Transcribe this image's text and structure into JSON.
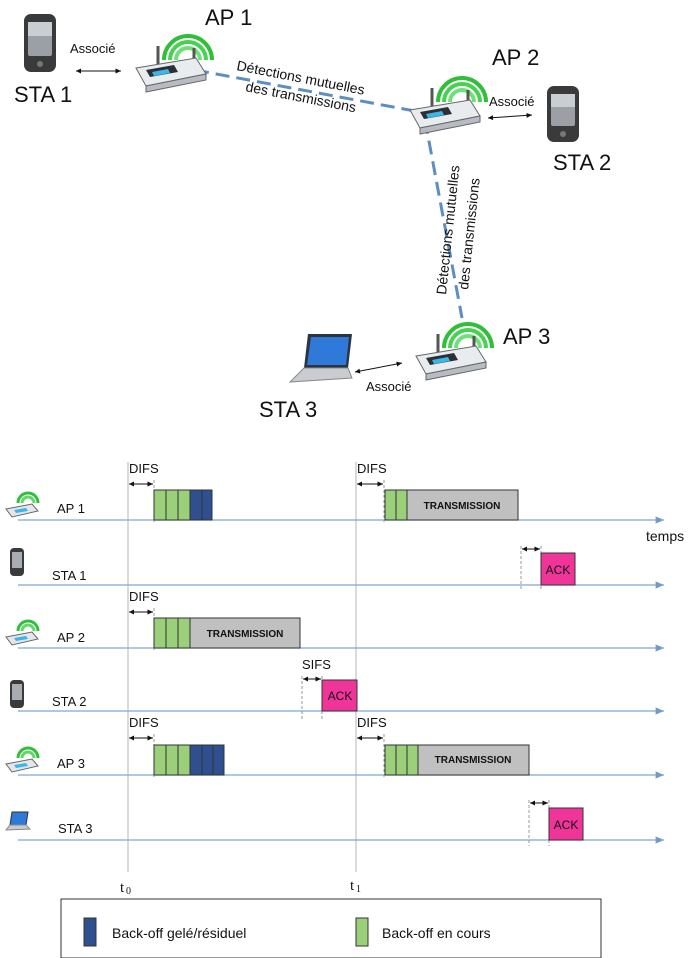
{
  "network": {
    "ap1": "AP 1",
    "ap2": "AP 2",
    "ap3": "AP 3",
    "sta1": "STA 1",
    "sta2": "STA 2",
    "sta3": "STA 3",
    "assoc1": "Associé",
    "assoc2": "Associé",
    "assoc3": "Associé",
    "mutual12_line1": "Détections mutuelles",
    "mutual12_line2": "des transmissions",
    "mutual23_line1": "Détections mutuelles",
    "mutual23_line2": "des transmissions"
  },
  "timeline": {
    "axis_label": "temps",
    "t0": "t",
    "t0_sub": "0",
    "t1": "t",
    "t1_sub": "1",
    "rows": [
      {
        "label": "AP 1",
        "icon": "access-point-icon"
      },
      {
        "label": "STA 1",
        "icon": "phone-icon"
      },
      {
        "label": "AP 2",
        "icon": "access-point-icon"
      },
      {
        "label": "STA 2",
        "icon": "phone-icon"
      },
      {
        "label": "AP 3",
        "icon": "access-point-icon"
      },
      {
        "label": "STA 3",
        "icon": "laptop-icon"
      }
    ],
    "difs": "DIFS",
    "sifs": "SIFS",
    "transmission": "TRANSMISSION",
    "ack": "ACK"
  },
  "legend": {
    "frozen": "Back-off gelé/résiduel",
    "ongoing": "Back-off en cours"
  },
  "colors": {
    "frozen": "#2f4f8f",
    "ongoing": "#9bcf7a",
    "transmission": "#c0c0c0",
    "ack": "#f0359a",
    "axis": "#7fa8d0",
    "link": "#5b8fc4"
  }
}
